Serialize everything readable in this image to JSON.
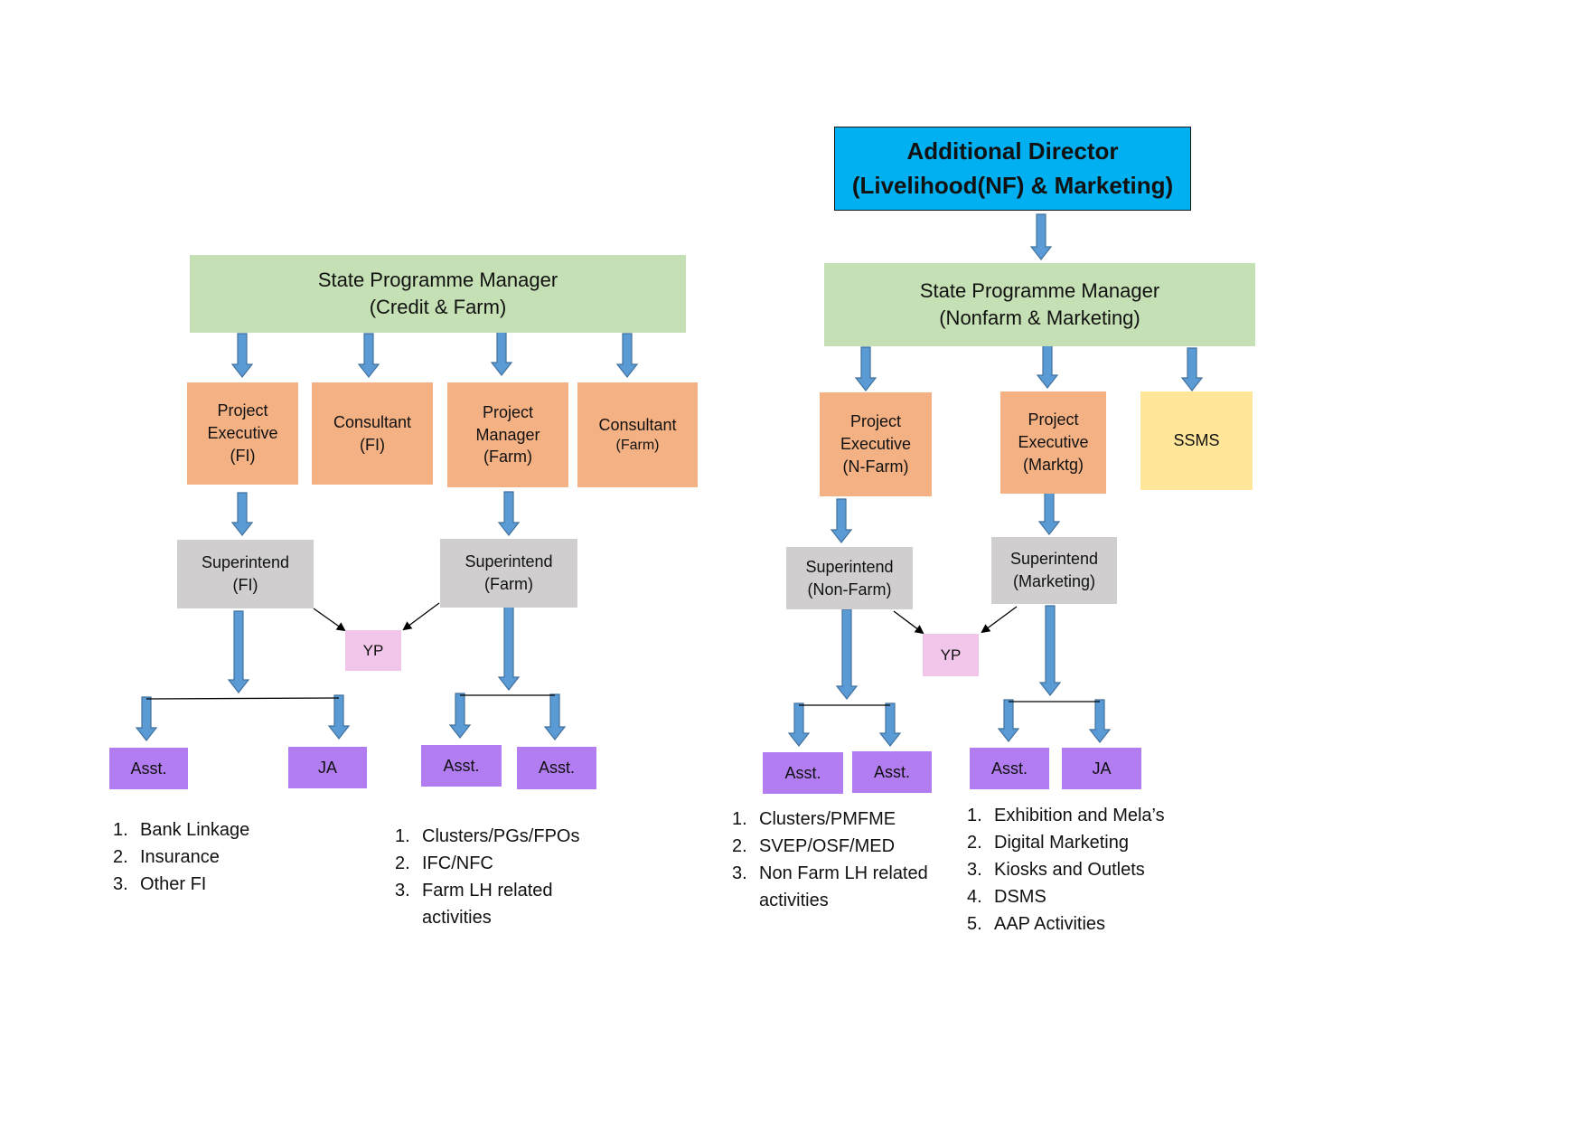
{
  "top": {
    "line1": "Additional Director",
    "line2": "(Livelihood(NF) & Marketing)"
  },
  "left": {
    "spm": {
      "line1": "State Programme Manager",
      "line2": "(Credit & Farm)"
    },
    "pe_fi": {
      "line1": "Project",
      "line2": "Executive",
      "line3": "(FI)"
    },
    "consultant_fi": {
      "line1": "Consultant",
      "line2": "(FI)"
    },
    "pm_farm": {
      "line1": "Project",
      "line2": "Manager",
      "line3": "(Farm)"
    },
    "consultant_farm": {
      "line1": "Consultant",
      "line2": "(Farm)"
    },
    "supt_fi": {
      "line1": "Superintend",
      "line2": "(FI)"
    },
    "supt_farm": {
      "line1": "Superintend",
      "line2": "(Farm)"
    },
    "yp": "YP",
    "asst_1": "Asst.",
    "ja": "JA",
    "asst_2": "Asst.",
    "asst_3": "Asst.",
    "list_fi": [
      {
        "num": "1.",
        "text": "Bank Linkage"
      },
      {
        "num": "2.",
        "text": "Insurance"
      },
      {
        "num": "3.",
        "text": "Other FI"
      }
    ],
    "list_farm": [
      {
        "num": "1.",
        "text": "Clusters/PGs/FPOs"
      },
      {
        "num": "2.",
        "text": "IFC/NFC"
      },
      {
        "num": "3.",
        "text": "Farm LH related activities"
      }
    ]
  },
  "right": {
    "spm": {
      "line1": "State Programme Manager",
      "line2": "(Nonfarm & Marketing)"
    },
    "pe_nfarm": {
      "line1": "Project",
      "line2": "Executive",
      "line3": "(N-Farm)"
    },
    "pe_marktg": {
      "line1": "Project",
      "line2": "Executive",
      "line3": "(Marktg)"
    },
    "ssms": "SSMS",
    "supt_nonfarm": {
      "line1": "Superintend",
      "line2": "(Non-Farm)"
    },
    "supt_marketing": {
      "line1": "Superintend",
      "line2": "(Marketing)"
    },
    "yp": "YP",
    "asst_1": "Asst.",
    "asst_2": "Asst.",
    "asst_3": "Asst.",
    "ja": "JA",
    "list_nonfarm": [
      {
        "num": "1.",
        "text": "Clusters/PMFME"
      },
      {
        "num": "2.",
        "text": "SVEP/OSF/MED"
      },
      {
        "num": "3.",
        "text": "Non Farm LH related activities"
      }
    ],
    "list_marketing": [
      {
        "num": "1.",
        "text": "Exhibition and Mela’s"
      },
      {
        "num": "2.",
        "text": "Digital Marketing"
      },
      {
        "num": "3.",
        "text": "Kiosks and Outlets"
      },
      {
        "num": "4.",
        "text": "DSMS"
      },
      {
        "num": "5.",
        "text": "AAP Activities"
      }
    ]
  },
  "colors": {
    "director": "#00b0f0",
    "spm": "#c5e0b4",
    "executive": "#f4b183",
    "superintend": "#d0cece",
    "yp": "#f2c6ea",
    "assistant": "#b27df0",
    "ssms": "#ffe699",
    "arrow": "#5b9bd5"
  }
}
